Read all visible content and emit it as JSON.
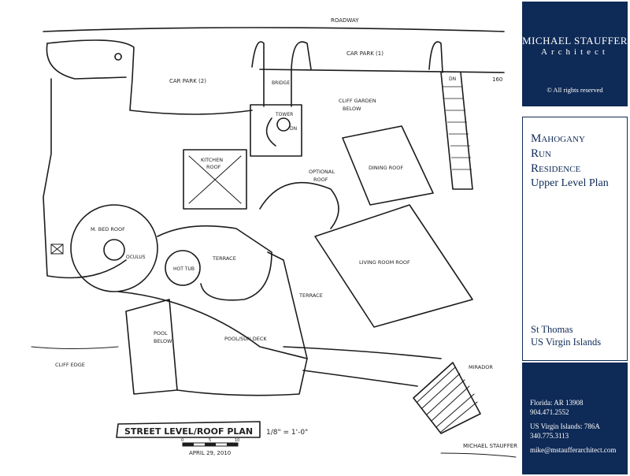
{
  "drawing": {
    "labels": {
      "roadway": "ROADWAY",
      "car_park_2": "CAR PARK (2)",
      "car_park_1": "CAR PARK (1)",
      "bridge": "BRIDGE",
      "tower": "TOWER",
      "dn_tower": "DN",
      "dn_stair": "DN",
      "cliff_garden": "CLIFF GARDEN",
      "cliff_garden_2": "BELOW",
      "kitchen_roof": "KITCHEN",
      "kitchen_roof_2": "ROOF",
      "optional_roof": "OPTIONAL",
      "optional_roof_2": "ROOF",
      "dining_roof": "DINING ROOF",
      "m_bed_roof": "M. BED ROOF",
      "oculus": "OCULUS",
      "hot_tub": "HOT TUB",
      "terrace_1": "TERRACE",
      "living_room_roof": "LIVING ROOM ROOF",
      "terrace_2": "TERRACE",
      "pool": "POOL",
      "pool_2": "BELOW",
      "pool_sun_deck": "POOL/SUN DECK",
      "cliff_edge": "CLIFF EDGE",
      "mirador": "MIRADOR",
      "elevation_160": "160",
      "signature": "MICHAEL STAUFFER"
    },
    "title_block": {
      "title": "STREET LEVEL/ROOF PLAN",
      "scale": "1/8\" = 1'-0\"",
      "scale_bar_0": "0",
      "scale_bar_5": "5",
      "scale_bar_10": "10",
      "date": "APRIL 29, 2010"
    }
  },
  "sidebar": {
    "brand_name": "MICHAEL STAUFFER",
    "brand_role": "Architect",
    "copyright": "© All rights reserved",
    "project_title": [
      "Mahogany",
      "Run",
      "Residence"
    ],
    "plan_title": "Upper Level Plan",
    "location_1": "St Thomas",
    "location_2": "US Virgin Islands",
    "contact": {
      "florida": "Florida: AR 13908",
      "florida_phone": "904.471.2552",
      "usvi": "US Virgin Islands: 786A",
      "usvi_phone": "340.775.3113",
      "email": "mike@mstaufferarchitect.com"
    }
  },
  "colors": {
    "navy": "#0e2a56",
    "ink": "#1c1c1c"
  }
}
